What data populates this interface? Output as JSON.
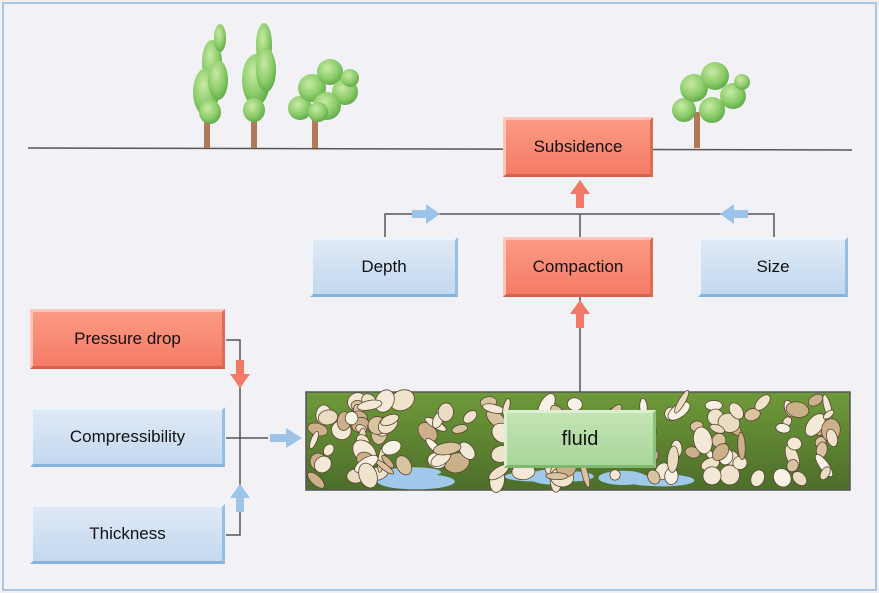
{
  "boxes": {
    "subsidence": "Subsidence",
    "depth": "Depth",
    "compaction": "Compaction",
    "size": "Size",
    "pressure_drop": "Pressure drop",
    "compressibility": "Compressibility",
    "thickness": "Thickness",
    "fluid": "fluid"
  },
  "colors": {
    "causal_box": "#f47c66",
    "property_box": "#c3d8ef",
    "fluid_box": "#a9d69a",
    "red_arrow": "#f07a66",
    "blue_arrow": "#9cc3e8",
    "frame_border": "#a9c6e6"
  },
  "icons": [
    "tree-icon",
    "tree-icon",
    "tree-icon",
    "tree-icon"
  ]
}
